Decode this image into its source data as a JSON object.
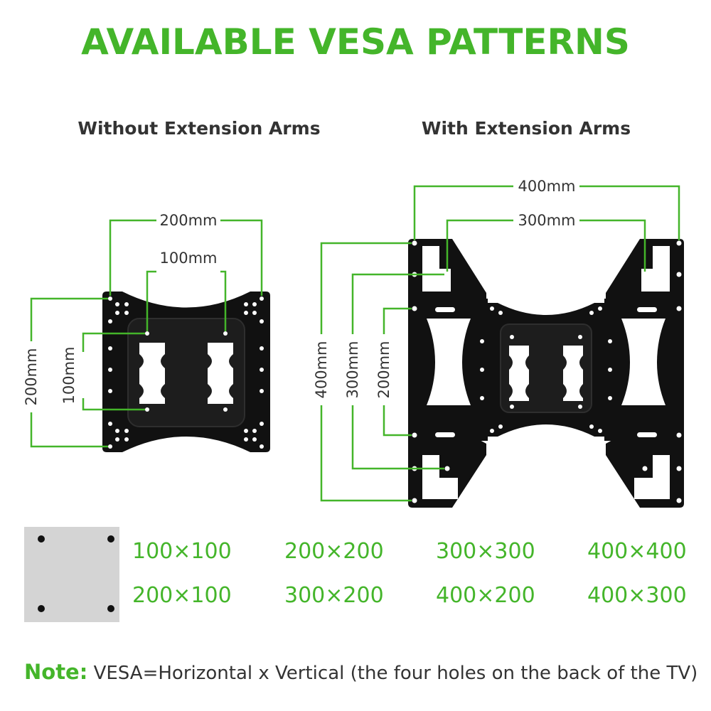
{
  "title": "AVAILABLE VESA PATTERNS",
  "left_panel": {
    "heading": "Without Extension Arms",
    "dims": {
      "top_outer": "200mm",
      "top_inner": "100mm",
      "side_outer": "200mm",
      "side_inner": "100mm"
    }
  },
  "right_panel": {
    "heading": "With Extension Arms",
    "dims": {
      "top_outer": "400mm",
      "top_inner": "300mm",
      "side_outer": "400mm",
      "side_middle": "300mm",
      "side_inner": "200mm"
    }
  },
  "patterns": [
    [
      "100×100",
      "200×200",
      "300×300",
      "400×400"
    ],
    [
      "200×100",
      "300×200",
      "400×200",
      "400×300"
    ]
  ],
  "note": {
    "label": "Note:",
    "text": " VESA=Horizontal x Vertical (the four holes on the back of the TV)"
  },
  "colors": {
    "accent_green": "#44b52a",
    "text_dark": "#333333",
    "plate_black": "#111111",
    "swatch_gray": "#d4d4d4"
  }
}
